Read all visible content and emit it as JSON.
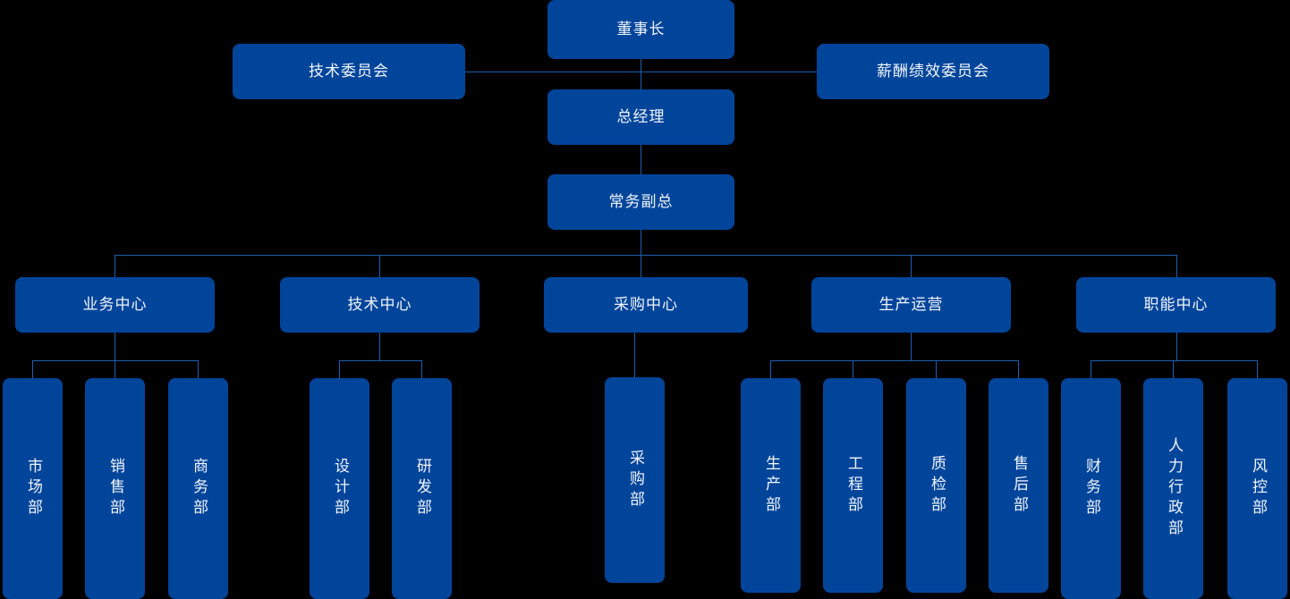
{
  "chart_title": "",
  "theme": {
    "background": "#000000",
    "node_fill": "#01459B",
    "node_text": "#f2f5fa",
    "line_color": "#1E5FB0"
  },
  "org": {
    "chairman": {
      "label": "董事长"
    },
    "committees": [
      {
        "label": "技术委员会",
        "side": "left"
      },
      {
        "label": "薪酬绩效委员会",
        "side": "right"
      }
    ],
    "general_manager": {
      "label": "总经理"
    },
    "executive_vp": {
      "label": "常务副总"
    },
    "centers": [
      {
        "label": "业务中心",
        "departments": [
          {
            "label": "市场部"
          },
          {
            "label": "销售部"
          },
          {
            "label": "商务部"
          }
        ]
      },
      {
        "label": "技术中心",
        "departments": [
          {
            "label": "设计部"
          },
          {
            "label": "研发部"
          }
        ]
      },
      {
        "label": "采购中心",
        "departments": [
          {
            "label": "采购部"
          }
        ]
      },
      {
        "label": "生产运营",
        "departments": [
          {
            "label": "生产部"
          },
          {
            "label": "工程部"
          },
          {
            "label": "质检部"
          },
          {
            "label": "售后部"
          }
        ]
      },
      {
        "label": "职能中心",
        "departments": [
          {
            "label": "财务部"
          },
          {
            "label": "人力行政部"
          },
          {
            "label": "风控部"
          }
        ]
      }
    ]
  }
}
